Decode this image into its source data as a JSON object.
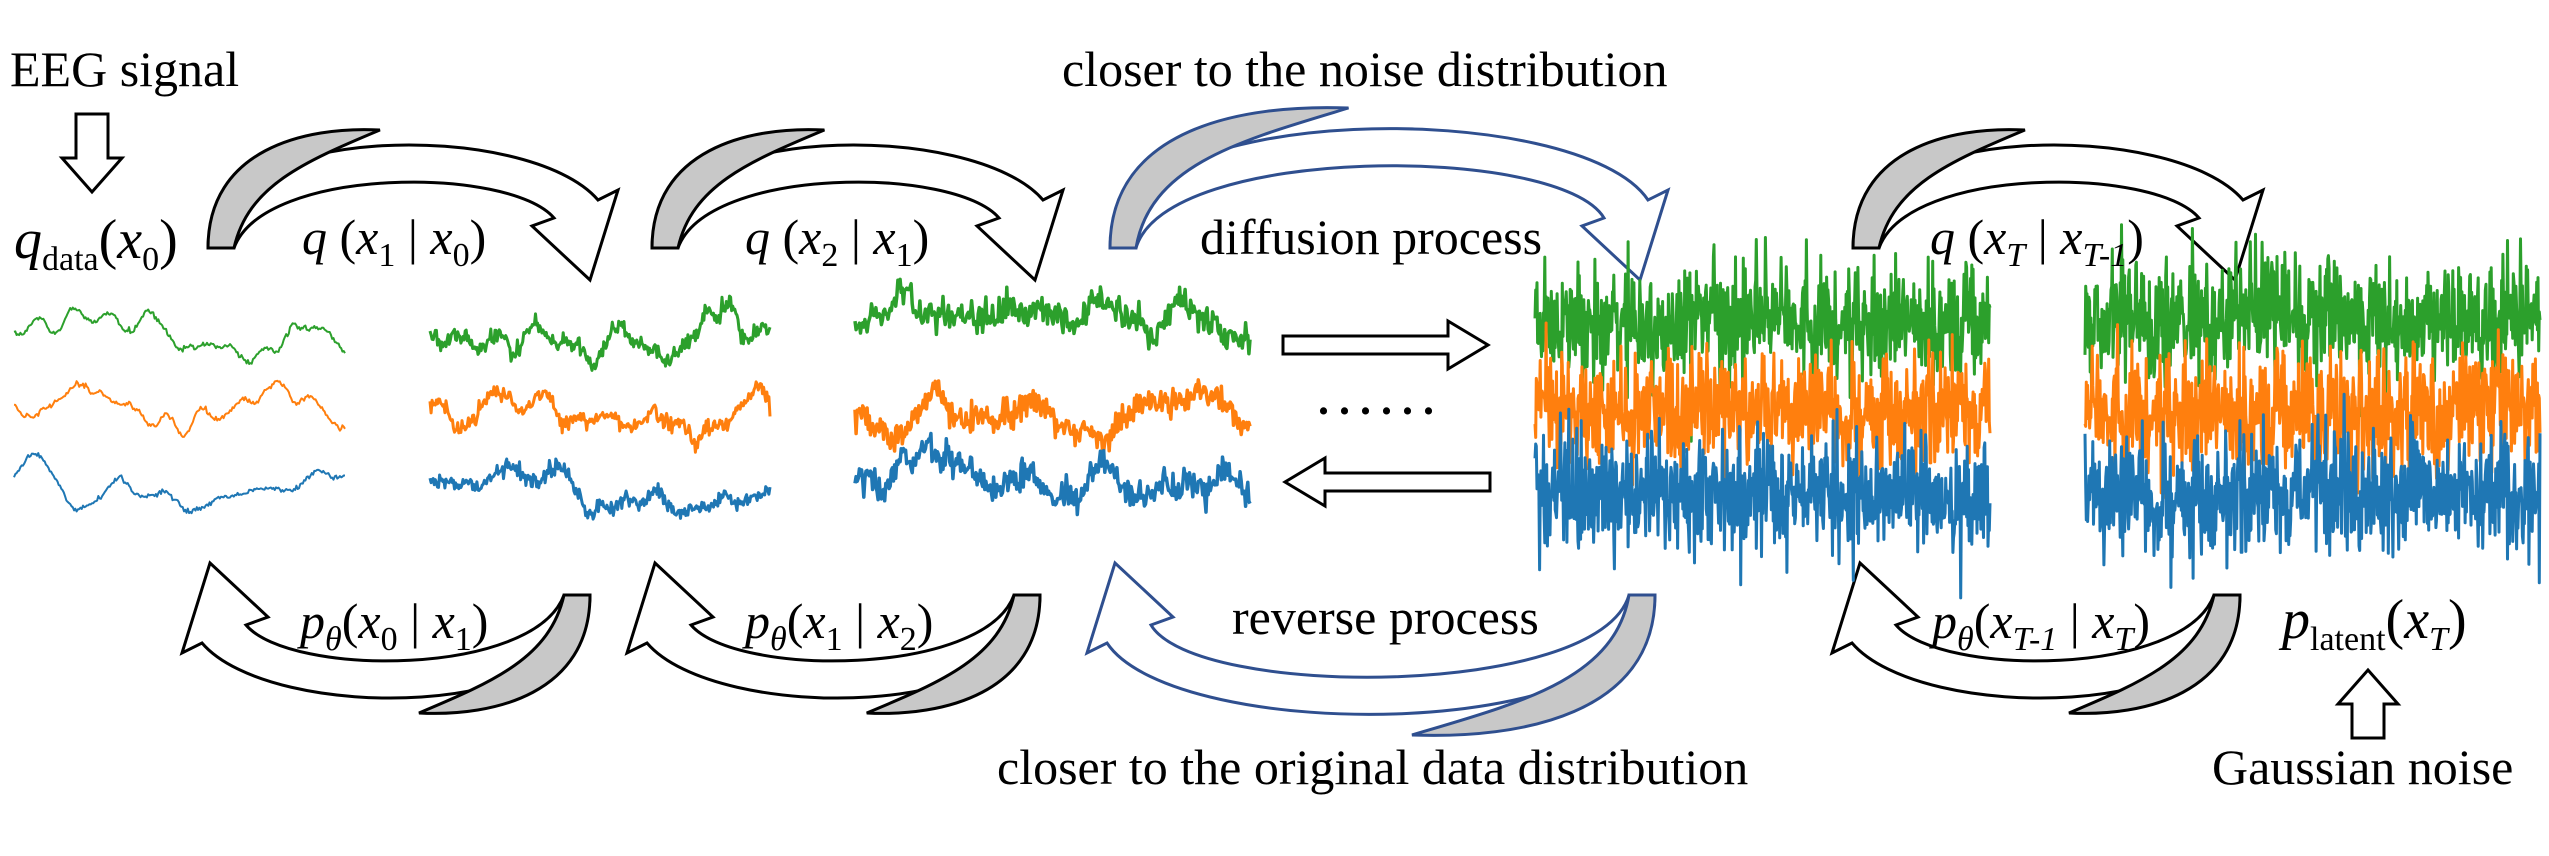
{
  "labels": {
    "eeg_signal": "EEG signal",
    "gaussian_noise": "Gaussian noise",
    "closer_noise": "closer to the noise distribution",
    "closer_original": "closer to the original data distribution",
    "diffusion_process": "diffusion process",
    "reverse_process": "reverse process",
    "ellipsis": "......"
  },
  "math": {
    "q_data": {
      "base": "q",
      "sub": "data",
      "arg": "x",
      "arg_sub": "0"
    },
    "p_latent": {
      "base": "p",
      "sub": "latent",
      "arg": "x",
      "arg_sub": "T"
    },
    "q1": {
      "fn": "q",
      "a": "x",
      "a_sub": "1",
      "b": "x",
      "b_sub": "0"
    },
    "q2": {
      "fn": "q",
      "a": "x",
      "a_sub": "2",
      "b": "x",
      "b_sub": "1"
    },
    "qT": {
      "fn": "q",
      "a": "x",
      "a_sub": "T",
      "b": "x",
      "b_sub": "T-1"
    },
    "p0": {
      "fn": "p",
      "fn_sub": "θ",
      "a": "x",
      "a_sub": "0",
      "b": "x",
      "b_sub": "1"
    },
    "p1": {
      "fn": "p",
      "fn_sub": "θ",
      "a": "x",
      "a_sub": "1",
      "b": "x",
      "b_sub": "2"
    },
    "pT": {
      "fn": "p",
      "fn_sub": "θ",
      "a": "x",
      "a_sub": "T-1",
      "b": "x",
      "b_sub": "T"
    }
  },
  "colors": {
    "green": "#2ca02c",
    "orange": "#ff7f0e",
    "blue": "#1f77b4",
    "arc_fill": "#c8c8c8",
    "arc_stroke_black": "#000000",
    "arc_stroke_blue": "#2f4f8f"
  }
}
